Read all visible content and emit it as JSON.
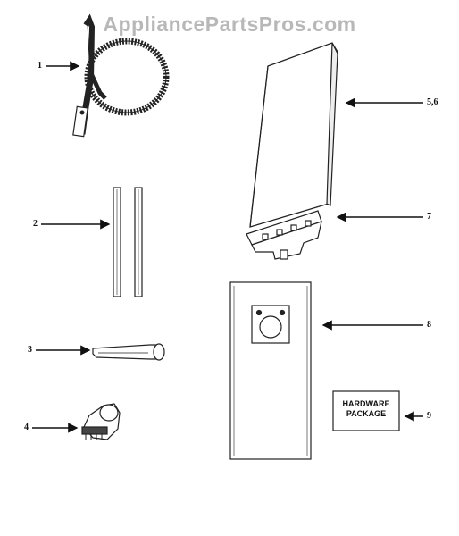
{
  "watermark": "AppliancePartsPros.com",
  "callouts": {
    "c1": "1",
    "c2": "2",
    "c3": "3",
    "c4": "4",
    "c56": "5,6",
    "c7": "7",
    "c8": "8",
    "c9": "9"
  },
  "hardware": {
    "line1": "HARDWARE",
    "line2": "PACKAGE"
  },
  "parts": {
    "p1": "hose-assembly",
    "p2": "extension-wands",
    "p3": "crevice-tool",
    "p4": "dusting-brush",
    "p56": "outer-bag",
    "p7": "bag-collar",
    "p8": "paper-dust-bag",
    "p9": "hardware-package"
  }
}
